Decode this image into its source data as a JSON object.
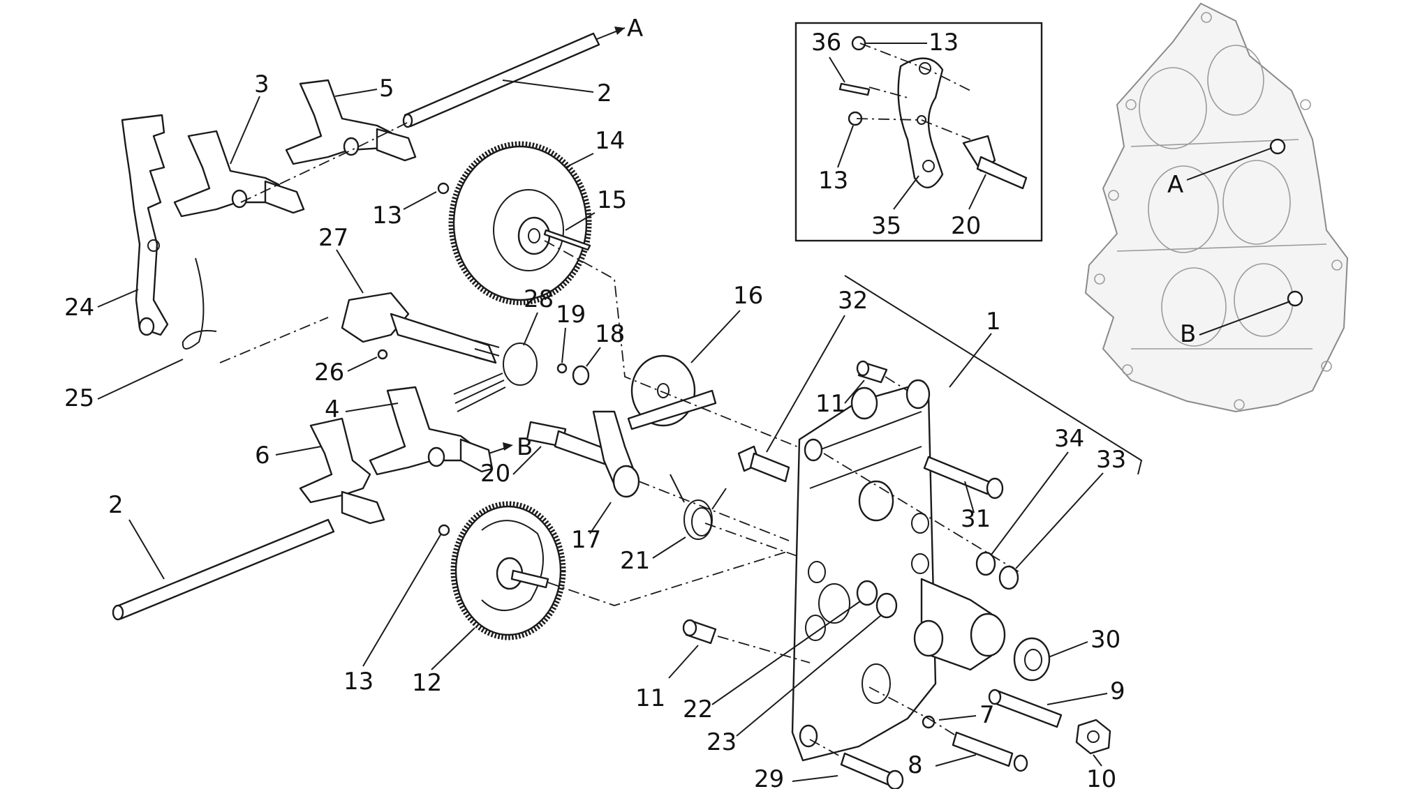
{
  "callouts": {
    "c1": "1",
    "c2a": "2",
    "c2b": "2",
    "c3": "3",
    "c4": "4",
    "c5": "5",
    "c6": "6",
    "c7": "7",
    "c8": "8",
    "c9": "9",
    "c10": "10",
    "c11a": "11",
    "c11b": "11",
    "c12": "12",
    "c13a": "13",
    "c13b": "13",
    "c13c": "13",
    "c13d": "13",
    "c14": "14",
    "c15": "15",
    "c16": "16",
    "c17": "17",
    "c18": "18",
    "c19": "19",
    "c20a": "20",
    "c20b": "20",
    "c21": "21",
    "c22": "22",
    "c23": "23",
    "c24": "24",
    "c25": "25",
    "c26": "26",
    "c27": "27",
    "c28": "28",
    "c29": "29",
    "c30": "30",
    "c31": "31",
    "c32": "32",
    "c33": "33",
    "c34": "34",
    "c35": "35",
    "c36": "36"
  },
  "references": {
    "a_shaft": "A",
    "b_shaft": "B",
    "a_housing": "A",
    "b_housing": "B"
  }
}
